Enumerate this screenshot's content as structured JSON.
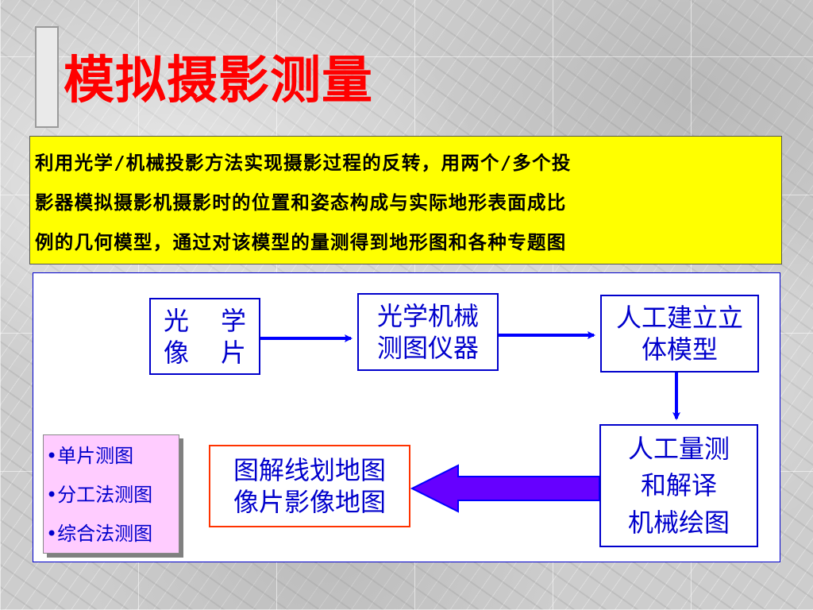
{
  "title": "模拟摄影测量",
  "description": [
    "利用光学/机械投影方法实现摄影过程的反转，用两个/多个投",
    "影器模拟摄影机摄影时的位置和姿态构成与实际地形表面成比",
    "例的几何模型，通过对该模型的量测得到地形图和各种专题图"
  ],
  "diagram": {
    "photo_box": {
      "line1_a": "光",
      "line1_b": "学",
      "line2_a": "像",
      "line2_b": "片"
    },
    "instrument_box": {
      "line1": "光学机械",
      "line2": "测图仪器"
    },
    "model_box": {
      "line1": "人工建立立",
      "line2": "体模型"
    },
    "measure_box": {
      "line1": "人工量测",
      "line2": "和解译",
      "line3": "机械绘图"
    },
    "maps_box": {
      "line1": "图解线划地图",
      "line2": "像片影像地图"
    },
    "methods": [
      "•单片测图",
      "•分工法测图",
      "•综合法测图"
    ],
    "colors": {
      "box_border": "#0000cc",
      "maps_border": "#ff3300",
      "arrow": "#0000ff",
      "big_arrow_fill": "#6600ff",
      "methods_bg": "#ffccff",
      "desc_bg": "#ffff00",
      "title": "#ff0000"
    }
  }
}
